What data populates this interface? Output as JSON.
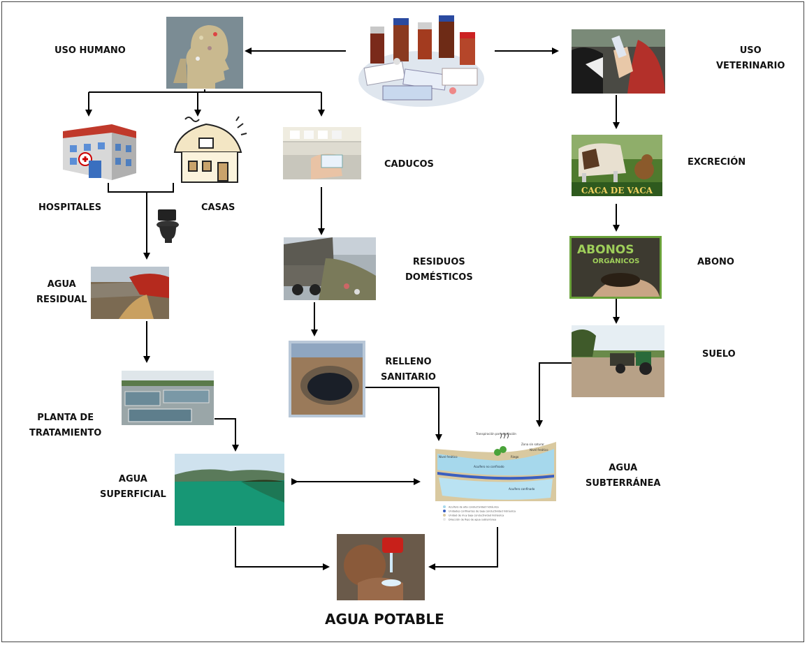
{
  "labels": {
    "uso_humano": "USO HUMANO",
    "uso_veterinario_1": "USO",
    "uso_veterinario_2": "VETERINARIO",
    "hospitales": "HOSPITALES",
    "casas": "CASAS",
    "caducos": "CADUCOS",
    "excrecion": "EXCRECIÓN",
    "residuos_1": "RESIDUOS",
    "residuos_2": "DOMÉSTICOS",
    "abono": "ABONO",
    "agua_residual_1": "AGUA",
    "agua_residual_2": "RESIDUAL",
    "relleno_1": "RELLENO",
    "relleno_2": "SANITARIO",
    "suelo": "SUELO",
    "planta_1": "PLANTA DE",
    "planta_2": "TRATAMIENTO",
    "superficial_1": "AGUA",
    "superficial_2": "SUPERFICIAL",
    "subterranea_1": "AGUA",
    "subterranea_2": "SUBTERRÁNEA",
    "agua_potable": "AGUA POTABLE"
  },
  "image_text": {
    "caca_de_vaca": "CACA DE VACA",
    "abonos_1": "ABONOS",
    "abonos_2": "ORGÁNICOS",
    "transpiracion": "Transpiración por vegetación",
    "nivel_freatico_1": "Nivel freático",
    "nivel_freatico_2": "Nivel freático",
    "zona_no_saturada": "Zona sin saturar",
    "riego": "Riego",
    "acuifero_no_confinado": "Acuífero no confinado",
    "acuifero_confinado": "Acuífero confinado",
    "legend": [
      "Acuífero de alta conductividad hidráulica",
      "Unidades confinantes de baja conductividad hidráulica",
      "Unidad de muy baja conductividad hidráulica",
      "Dirección de flujo de agua subterránea"
    ]
  }
}
